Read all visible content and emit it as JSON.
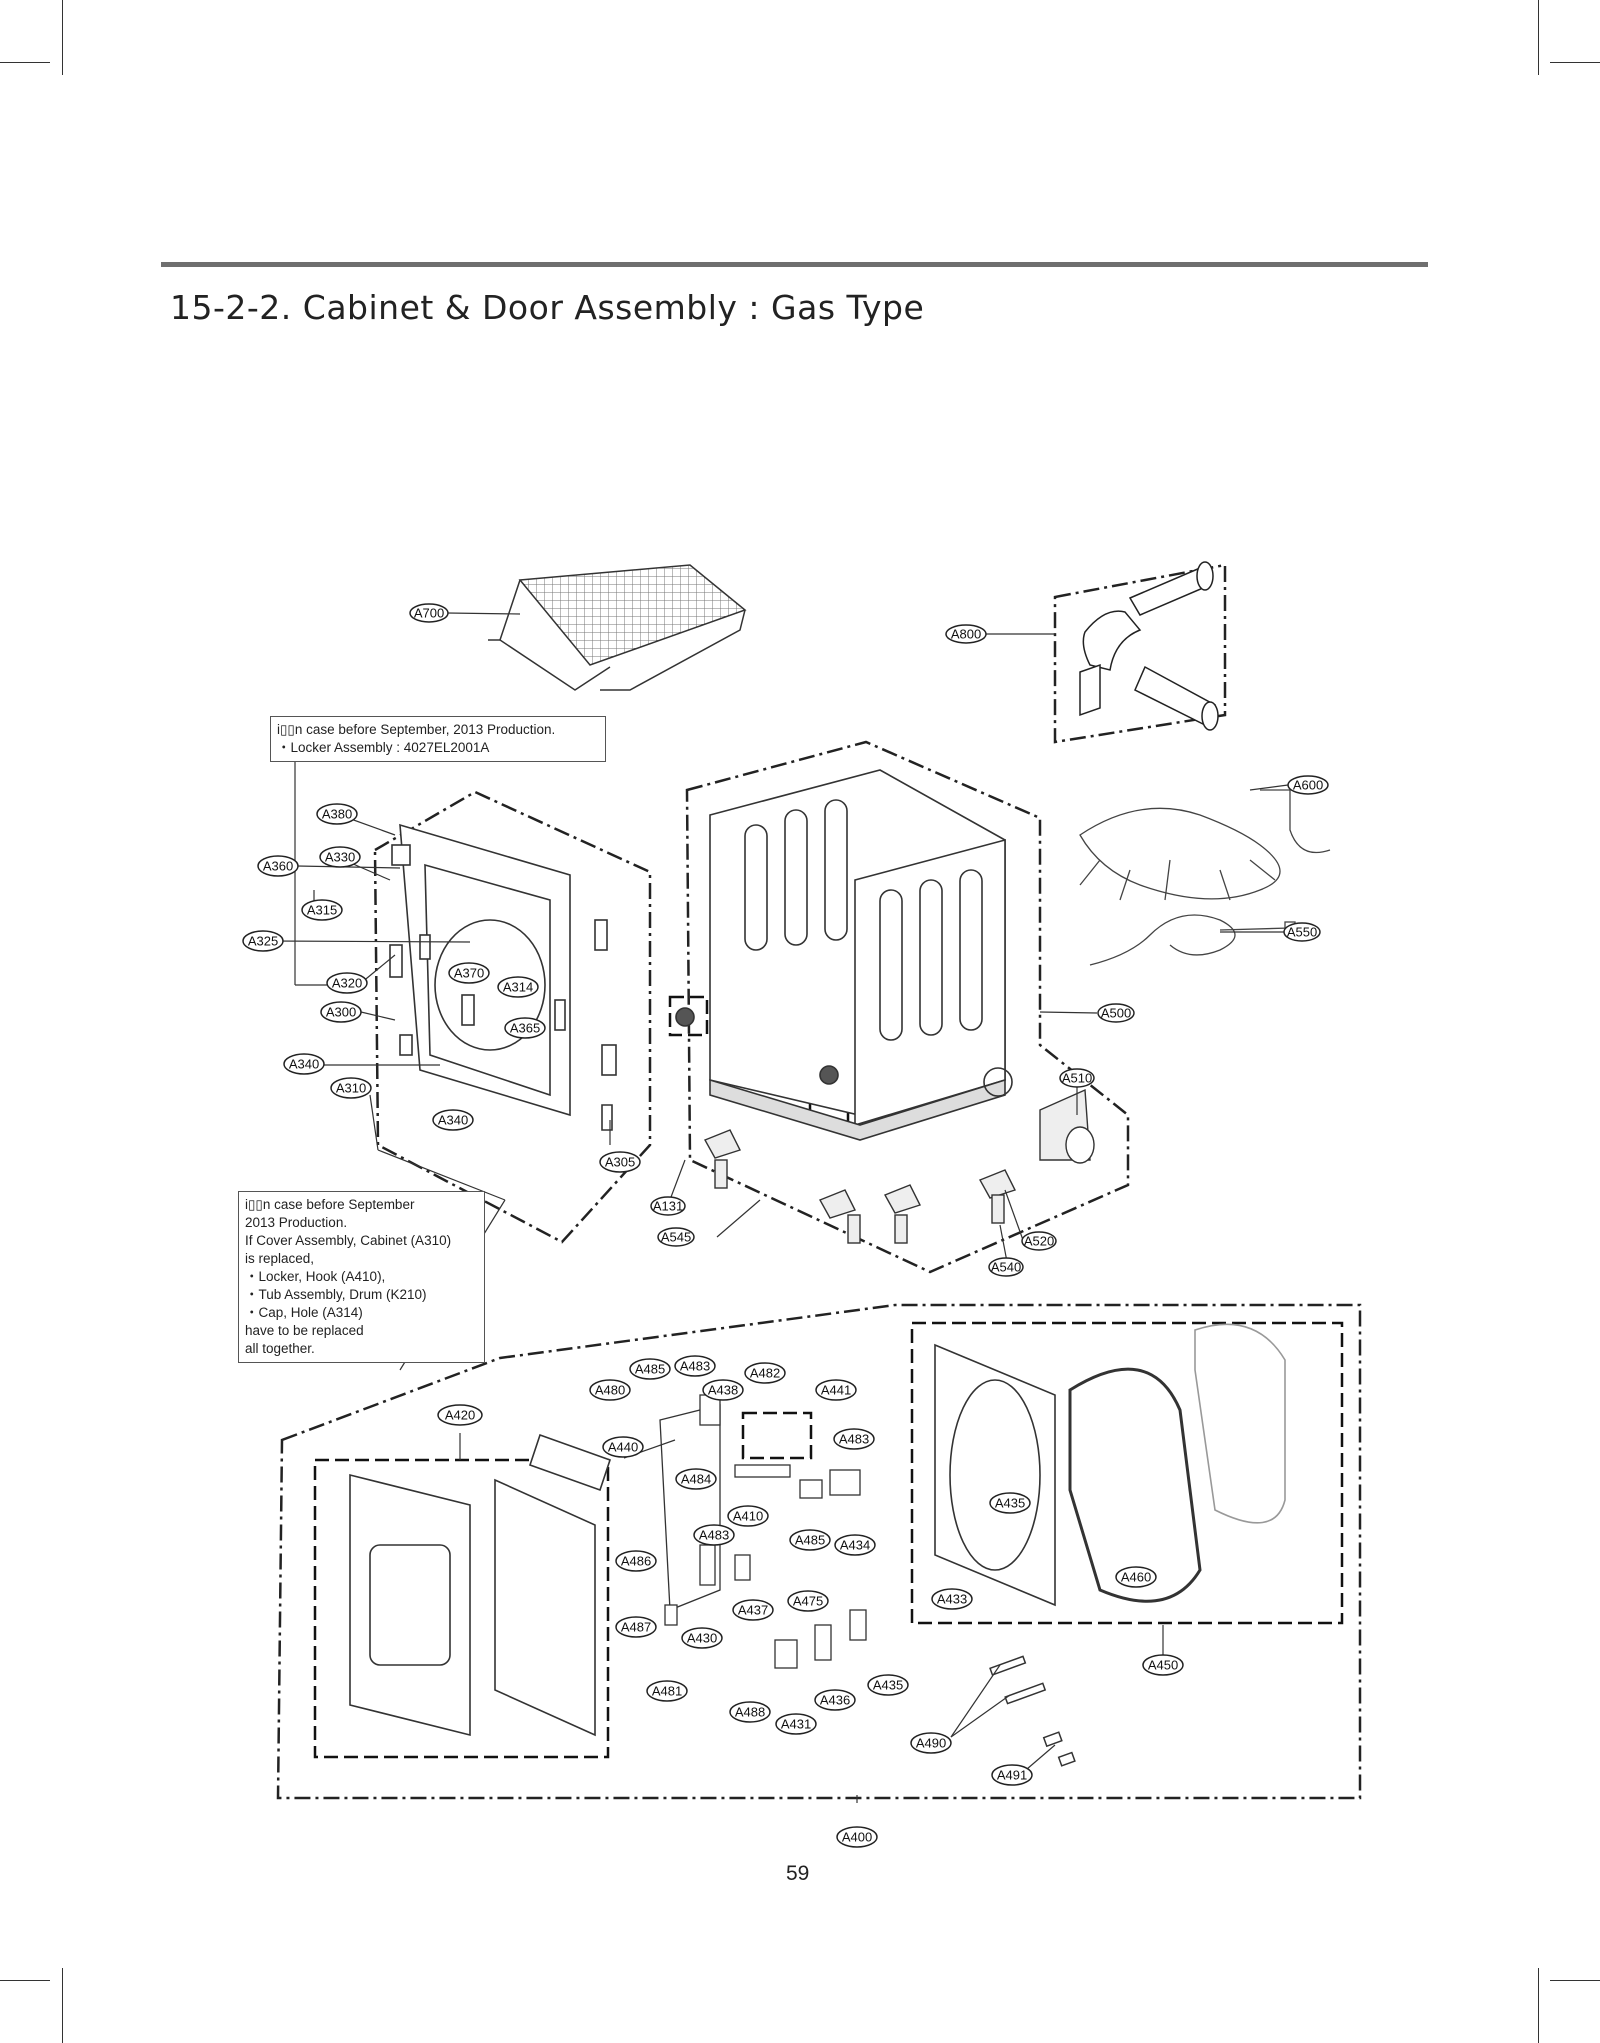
{
  "title": "15-2-2. Cabinet & Door Assembly : Gas Type",
  "page_number": "59",
  "note_top": {
    "lines": [
      "i▯▯n case before September, 2013 Production.",
      "・Locker Assembly : 4027EL2001A"
    ]
  },
  "note_left": {
    "lines": [
      "i▯▯n case before September",
      "2013 Production.",
      "If Cover Assembly, Cabinet (A310)",
      "is replaced,",
      "・Locker, Hook (A410),",
      "・Tub Assembly, Drum (K210)",
      "・Cap, Hole (A314)",
      "have to be replaced",
      "all together."
    ]
  },
  "callouts": [
    {
      "id": "A700"
    },
    {
      "id": "A800"
    },
    {
      "id": "A600"
    },
    {
      "id": "A550"
    },
    {
      "id": "A500"
    },
    {
      "id": "A510"
    },
    {
      "id": "A380"
    },
    {
      "id": "A330"
    },
    {
      "id": "A360"
    },
    {
      "id": "A315"
    },
    {
      "id": "A325"
    },
    {
      "id": "A320"
    },
    {
      "id": "A370"
    },
    {
      "id": "A314"
    },
    {
      "id": "A300"
    },
    {
      "id": "A365"
    },
    {
      "id": "A340"
    },
    {
      "id": "A310"
    },
    {
      "id": "A340"
    },
    {
      "id": "A305"
    },
    {
      "id": "A131"
    },
    {
      "id": "A545"
    },
    {
      "id": "A540"
    },
    {
      "id": "A520"
    },
    {
      "id": "A485"
    },
    {
      "id": "A483"
    },
    {
      "id": "A482"
    },
    {
      "id": "A480"
    },
    {
      "id": "A438"
    },
    {
      "id": "A441"
    },
    {
      "id": "A420"
    },
    {
      "id": "A440"
    },
    {
      "id": "A483"
    },
    {
      "id": "A484"
    },
    {
      "id": "A410"
    },
    {
      "id": "A483"
    },
    {
      "id": "A485"
    },
    {
      "id": "A434"
    },
    {
      "id": "A486"
    },
    {
      "id": "A475"
    },
    {
      "id": "A437"
    },
    {
      "id": "A487"
    },
    {
      "id": "A430"
    },
    {
      "id": "A435"
    },
    {
      "id": "A433"
    },
    {
      "id": "A460"
    },
    {
      "id": "A450"
    },
    {
      "id": "A481"
    },
    {
      "id": "A435"
    },
    {
      "id": "A436"
    },
    {
      "id": "A488"
    },
    {
      "id": "A431"
    },
    {
      "id": "A490"
    },
    {
      "id": "A491"
    },
    {
      "id": "A400"
    }
  ]
}
